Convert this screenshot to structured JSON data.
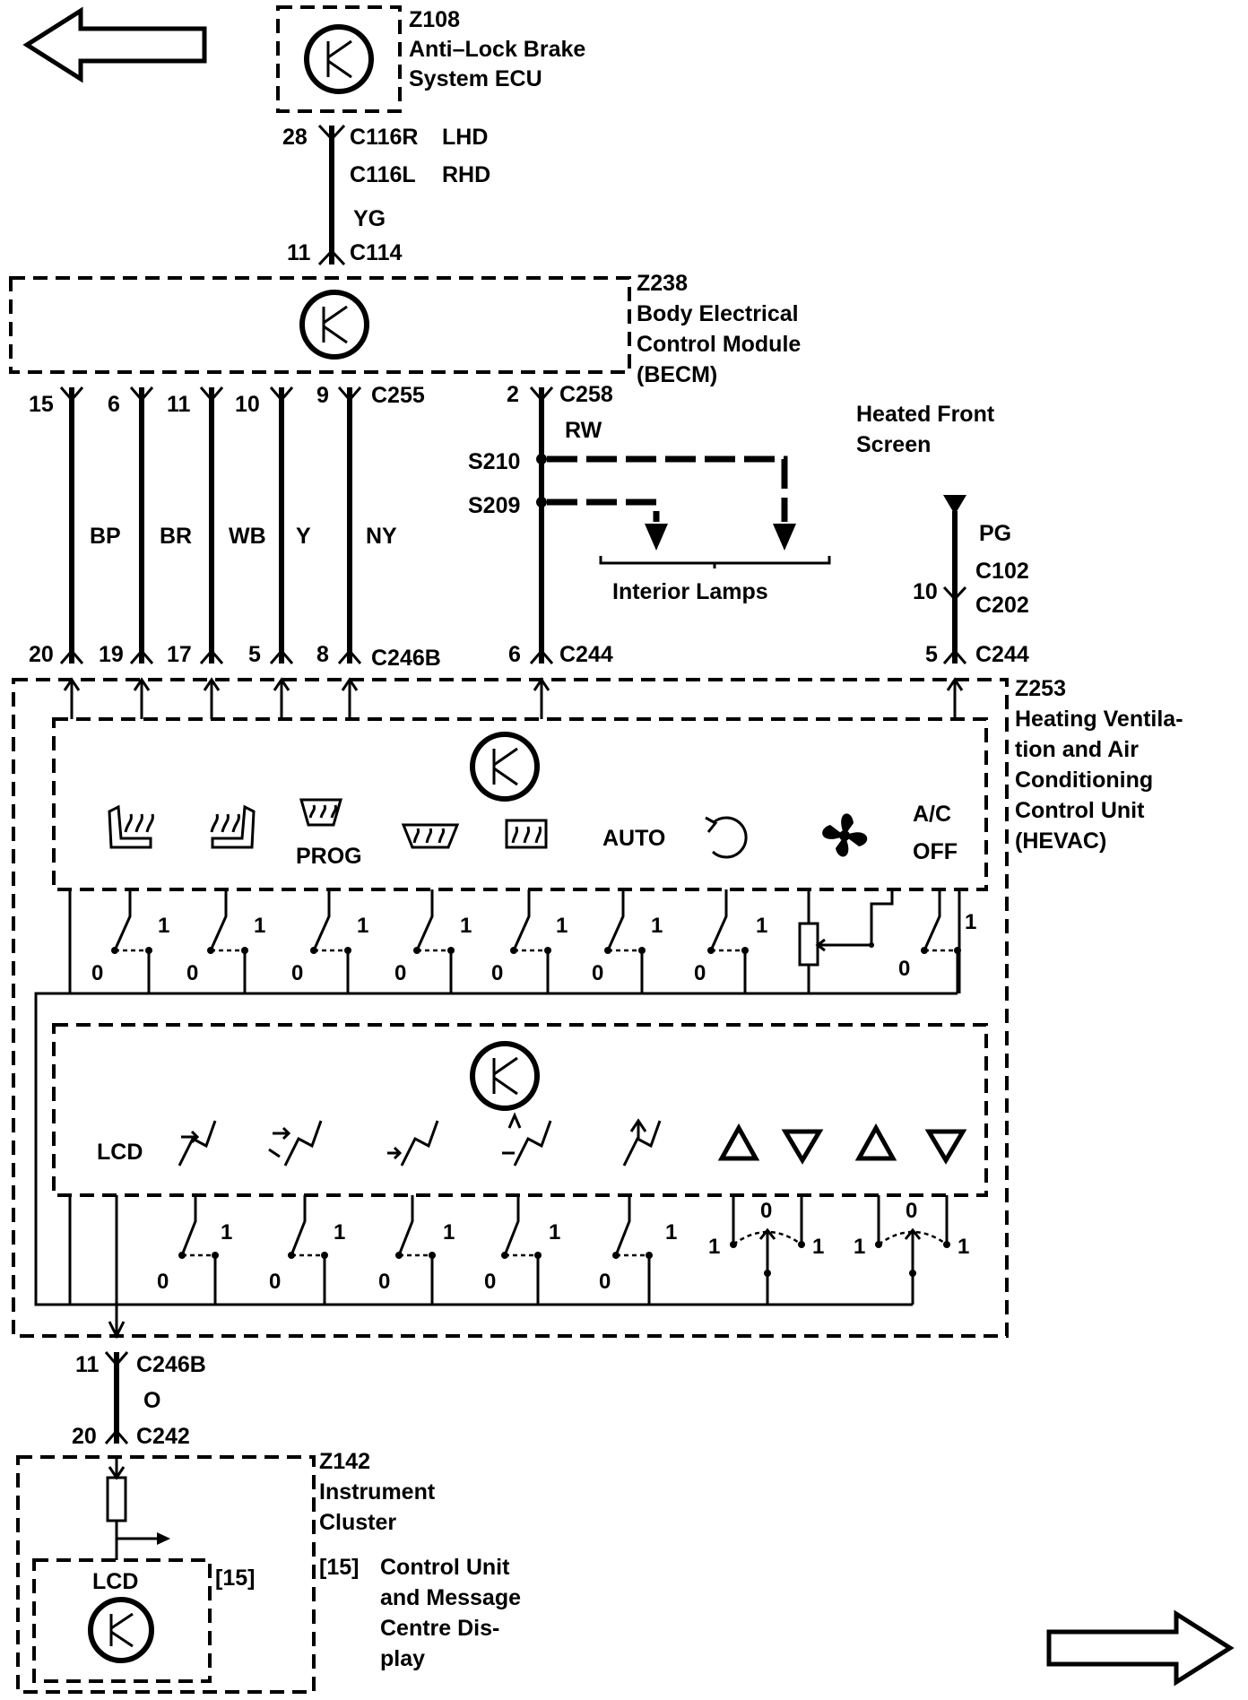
{
  "navigation": {
    "prev_icon": "left-arrow-icon",
    "next_icon": "right-arrow-icon"
  },
  "components": {
    "z108": {
      "id": "Z108",
      "name_line1": "Anti–Lock Brake",
      "name_line2": "System ECU"
    },
    "z238": {
      "id": "Z238",
      "name_line1": "Body Electrical",
      "name_line2": "Control Module",
      "name_line3": "(BECM)"
    },
    "z253": {
      "id": "Z253",
      "name_line1": "Heating Ventila-",
      "name_line2": "tion and Air",
      "name_line3": "Conditioning",
      "name_line4": "Control Unit",
      "name_line5": "(HEVAC)"
    },
    "z142": {
      "id": "Z142",
      "name_line1": "Instrument",
      "name_line2": "Cluster"
    },
    "sub15": {
      "ref": "[15]",
      "ref_label": "[15]",
      "name_line1": "Control Unit",
      "name_line2": "and Message",
      "name_line3": "Centre Dis-",
      "name_line4": "play"
    },
    "heated_front_screen": {
      "line1": "Heated Front",
      "line2": "Screen"
    },
    "interior_lamps": "Interior Lamps"
  },
  "connectors": {
    "c116r": "C116R",
    "c116l": "C116L",
    "lhd": "LHD",
    "rhd": "RHD",
    "c114": "C114",
    "c255": "C255",
    "c258": "C258",
    "c246b_top": "C246B",
    "c244_mid": "C244",
    "c102": "C102",
    "c202": "C202",
    "c244_right": "C244",
    "c246b_bottom": "C246B",
    "c242": "C242",
    "s210": "S210",
    "s209": "S209"
  },
  "pins": {
    "p28": "28",
    "p11_top": "11",
    "c255_pins": [
      "15",
      "6",
      "11",
      "10",
      "9"
    ],
    "c246b_pins": [
      "20",
      "19",
      "17",
      "5",
      "8"
    ],
    "c258_pin": "2",
    "c244_mid_pin": "6",
    "c102_pin": "10",
    "c244_right_pin": "5",
    "c246b_lower_pin": "11",
    "c242_pin": "20"
  },
  "wire_colors": {
    "yg": "YG",
    "bp": "BP",
    "br": "BR",
    "wb": "WB",
    "y": "Y",
    "ny": "NY",
    "rw": "RW",
    "pg": "PG",
    "o": "O"
  },
  "hevac_labels": {
    "prog": "PROG",
    "auto": "AUTO",
    "ac": "A/C",
    "off": "OFF",
    "lcd": "LCD"
  },
  "cluster_labels": {
    "lcd": "LCD"
  },
  "switch_states": {
    "zero": "0",
    "one": "1"
  }
}
